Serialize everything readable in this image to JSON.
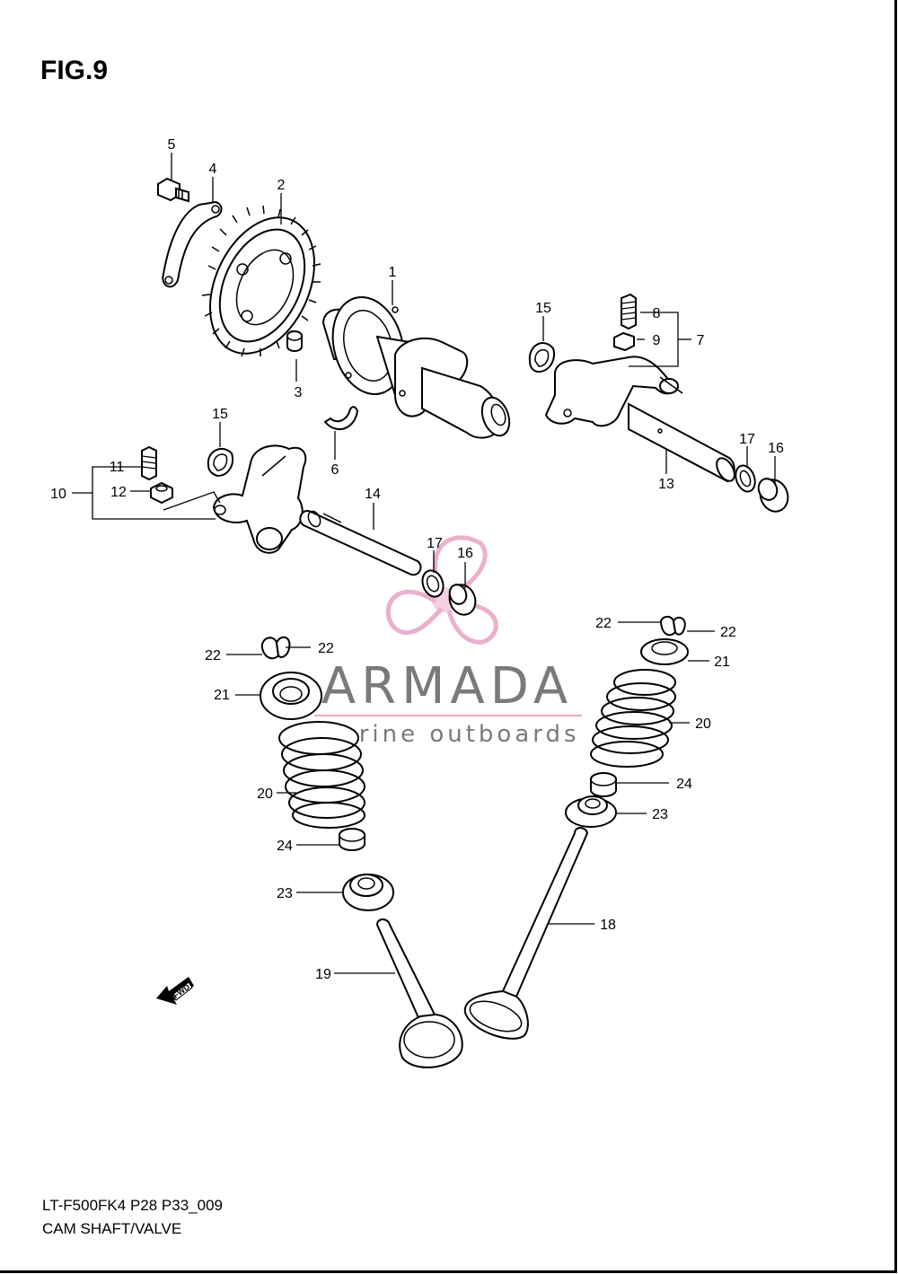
{
  "figure": {
    "title": "FIG.9",
    "model_code": "LT-F500FK4 P28 P33_009",
    "section_name": "CAM SHAFT/VALVE"
  },
  "watermark": {
    "brand": "ARMADA",
    "tagline": "marine outboards",
    "brand_color": "#e8a8c8",
    "text_color": "#7a7a7a"
  },
  "fwd_arrow": {
    "label": "FWD"
  },
  "callouts": {
    "p1": "1",
    "p2": "2",
    "p3": "3",
    "p4": "4",
    "p5": "5",
    "p6": "6",
    "p7": "7",
    "p8": "8",
    "p9": "9",
    "p10": "10",
    "p11": "11",
    "p12": "12",
    "p13": "13",
    "p14": "14",
    "p15a": "15",
    "p15b": "15",
    "p16a": "16",
    "p16b": "16",
    "p17a": "17",
    "p17b": "17",
    "p18": "18",
    "p19": "19",
    "p20a": "20",
    "p20b": "20",
    "p21a": "21",
    "p21b": "21",
    "p22a": "22",
    "p22b": "22",
    "p22c": "22",
    "p22d": "22",
    "p23a": "23",
    "p23b": "23",
    "p24a": "24",
    "p24b": "24"
  }
}
